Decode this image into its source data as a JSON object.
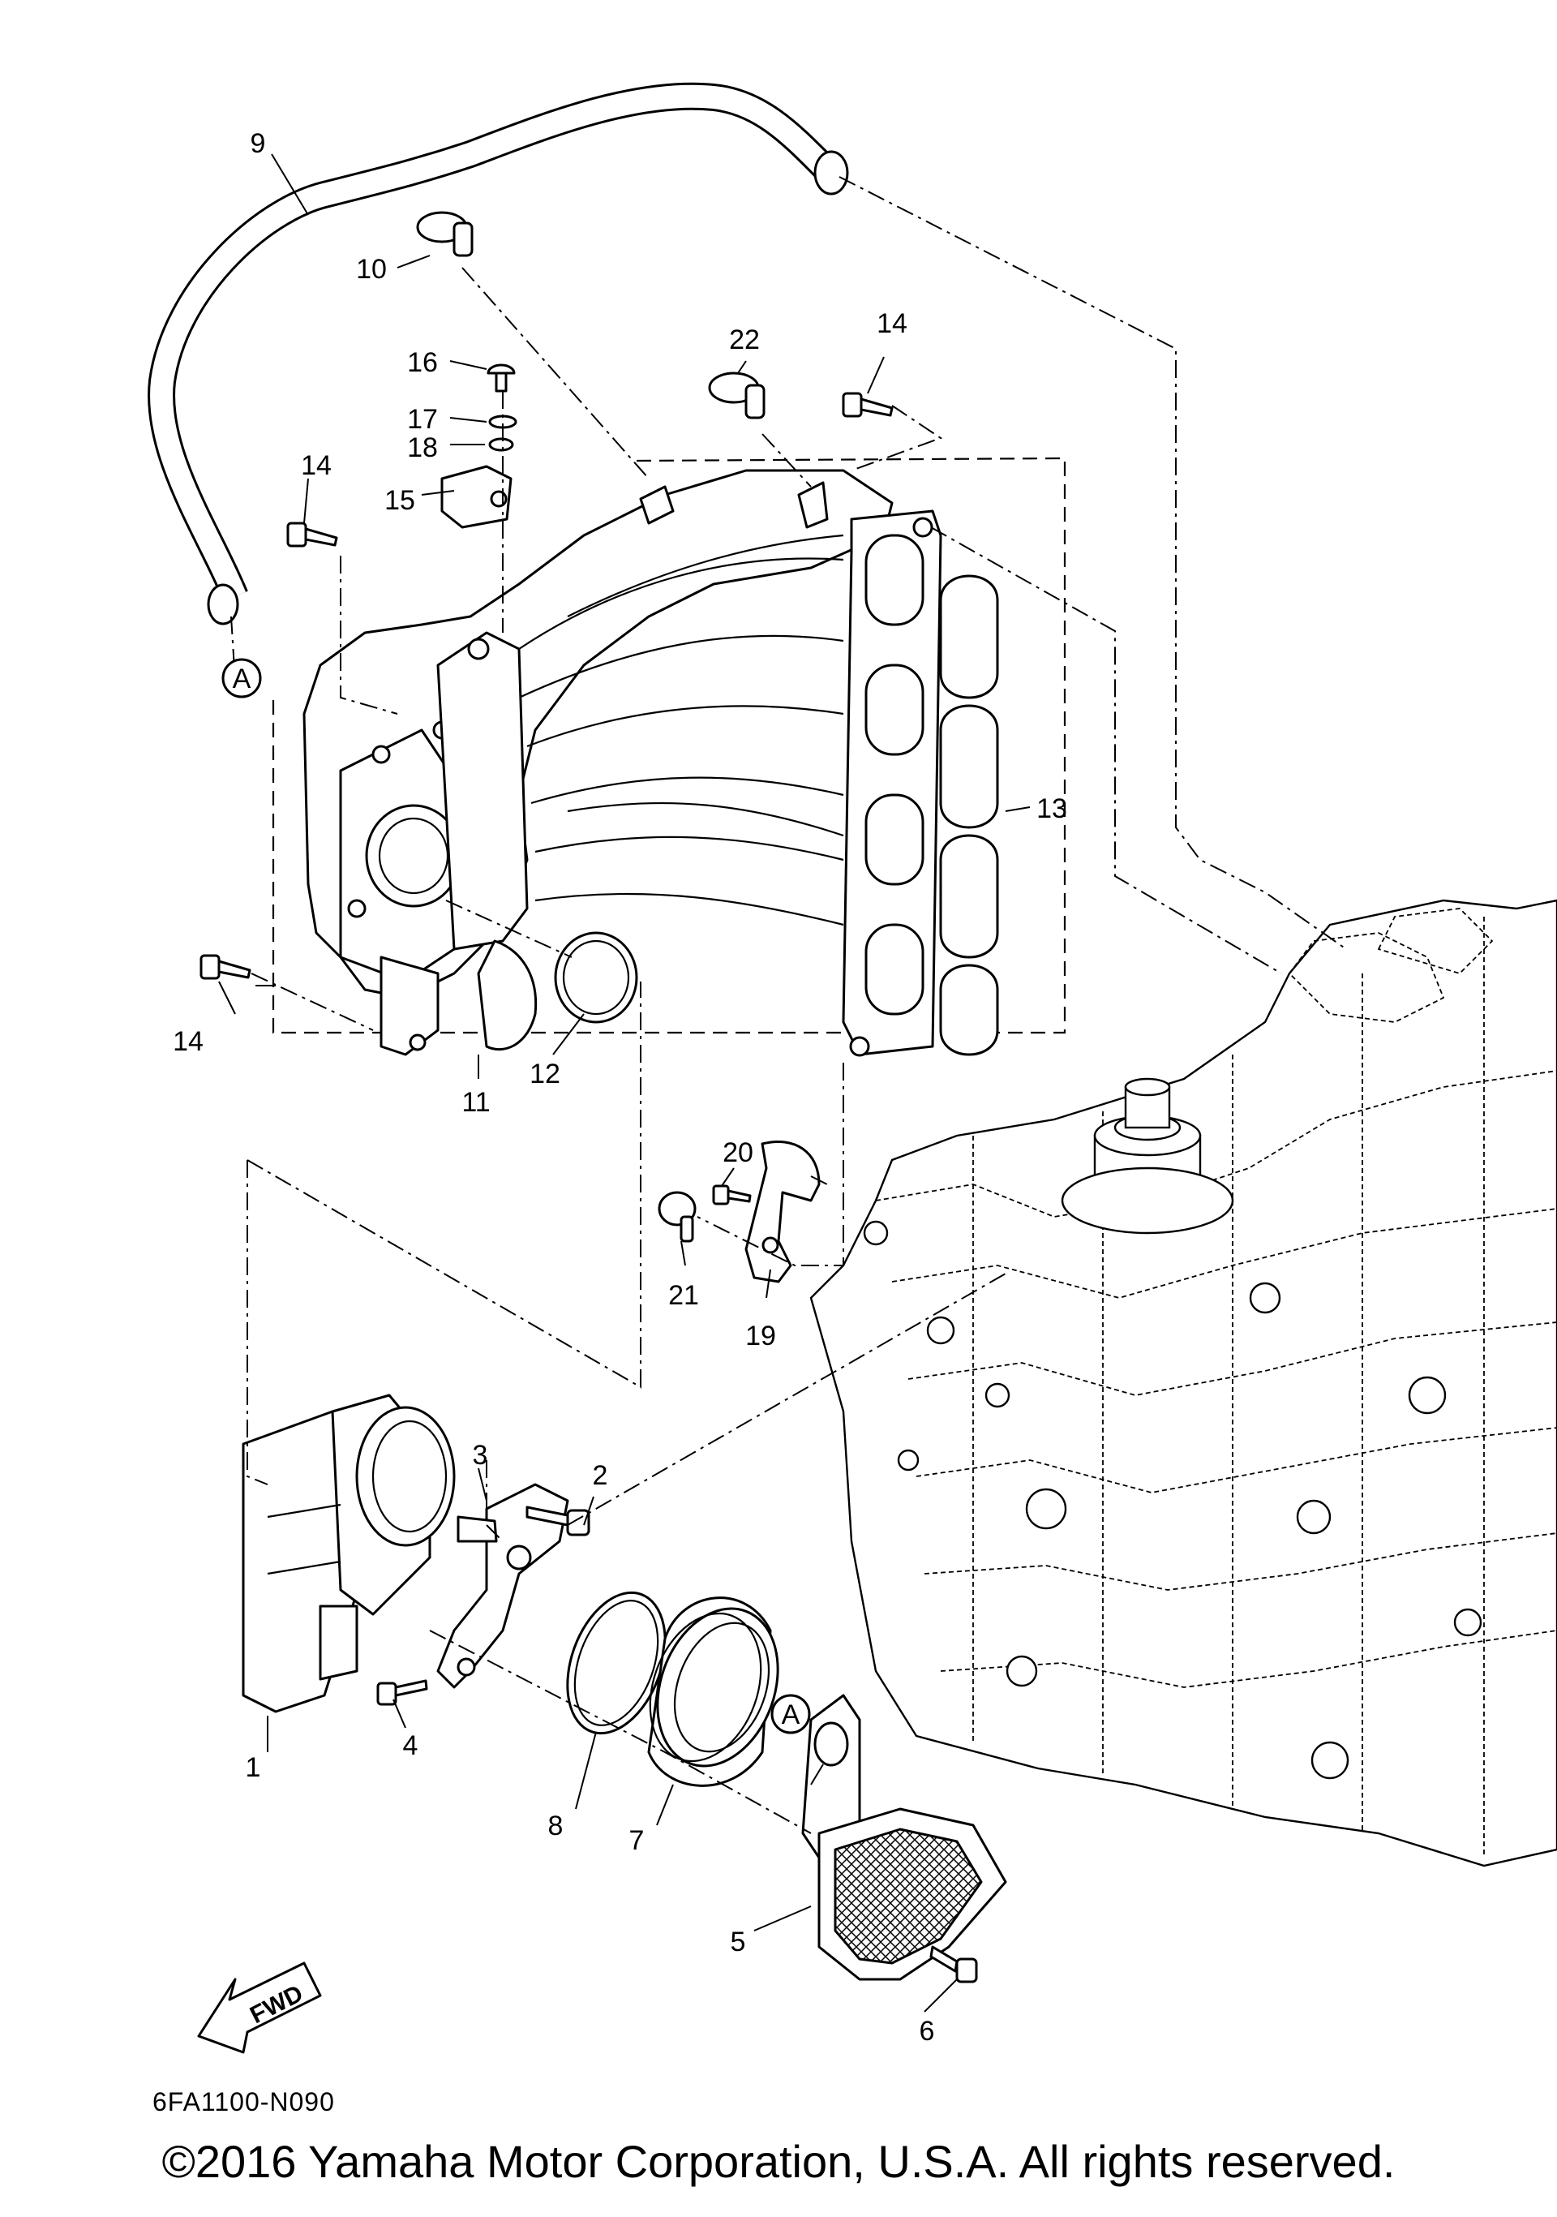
{
  "diagram": {
    "reference_code": "6FA1100-N090",
    "fwd_label": "FWD",
    "view_marker": "A",
    "callouts": [
      "1",
      "2",
      "3",
      "4",
      "5",
      "6",
      "7",
      "8",
      "9",
      "10",
      "11",
      "12",
      "13",
      "14",
      "14",
      "14",
      "15",
      "16",
      "17",
      "18",
      "19",
      "20",
      "21",
      "22"
    ]
  },
  "footer": {
    "copyright": "©2016 Yamaha Motor Corporation, U.S.A. All rights reserved."
  }
}
